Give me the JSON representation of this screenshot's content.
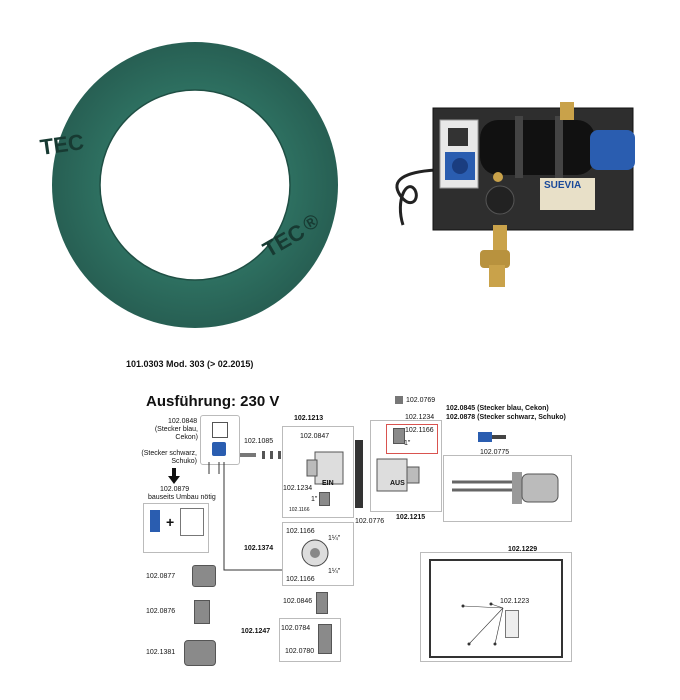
{
  "gasket": {
    "brand_top": "TEC",
    "brand_bottom": "TEC",
    "registered_mark": "®",
    "color": "#2e6e60"
  },
  "product_photo": {
    "brand_label": "SUEVIA"
  },
  "model_title": "101.0303 Mod. 303 (> 02.2015)",
  "execution_title": "Ausführung: 230 V",
  "parts": {
    "p102_0848": "102.0848",
    "p102_0848_note": "(Stecker blau,\nCekon)",
    "stecker_schwarz_note": "(Stecker schwarz,\nSchuko)",
    "p102_0879": "102.0879",
    "p102_0879_note": "bauseits Umbau nötig",
    "p102_1085": "102.1085",
    "p102_1213": "102.1213",
    "p102_0847": "102.0847",
    "p102_1234_left": "102.1234",
    "ein_label": "EIN",
    "one_inch_left": "1\"",
    "p102_1166_left": "102.1166",
    "p102_0776": "102.0776",
    "p102_0769": "102.0769",
    "p102_1234_right": "102.1234",
    "p102_1166_right": "102.1166",
    "one_inch_right": "1\"",
    "aus_label": "AUS",
    "p102_1215": "102.1215",
    "p102_0845": "102.0845 (Stecker blau, Cekon)",
    "p102_0878": "102.0878 (Stecker schwarz, Schuko)",
    "p102_0775": "102.0775",
    "p102_1374": "102.1374",
    "p102_1166_pump_top": "102.1166",
    "p102_1166_pump_bottom": "102.1166",
    "one_quarter_top": "1¼\"",
    "one_quarter_bottom": "1¼\"",
    "p102_0846": "102.0846",
    "p102_1247": "102.1247",
    "p102_0784": "102.0784",
    "p102_0780": "102.0780",
    "p102_0877": "102.0877",
    "p102_0876": "102.0876",
    "p102_1381": "102.1381",
    "p102_1229": "102.1229",
    "p102_1223": "102.1223",
    "plus_sign": "+"
  },
  "colors": {
    "frame": "#bbbbbb",
    "highlight": "#d9534f",
    "blue_plug": "#2a5db0"
  }
}
